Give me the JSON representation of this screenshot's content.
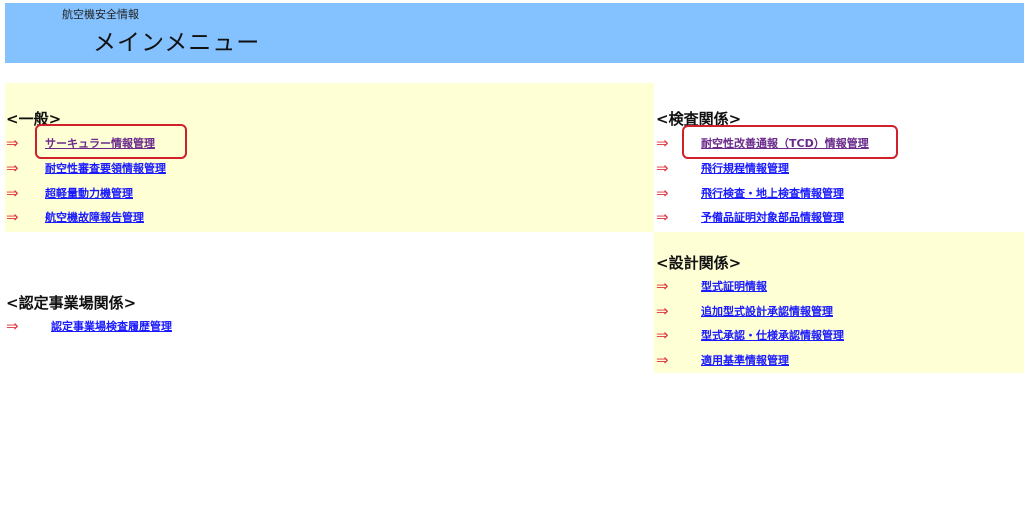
{
  "header": {
    "subtitle": "航空機安全情報",
    "title": "メインメニュー"
  },
  "arrow_glyph": "⇒",
  "sections": {
    "general": {
      "title": "<一般>",
      "items": [
        {
          "label": "サーキュラー情報管理",
          "visited": true,
          "highlighted": true
        },
        {
          "label": "耐空性審査要領情報管理"
        },
        {
          "label": "超軽量動力機管理"
        },
        {
          "label": "航空機故障報告管理"
        }
      ]
    },
    "certified_business": {
      "title": "<認定事業場関係>",
      "items": [
        {
          "label": "認定事業場検査履歴管理"
        }
      ]
    },
    "inspection": {
      "title": "<検査関係>",
      "items": [
        {
          "label": "耐空性改善通報（TCD）情報管理",
          "visited": true,
          "highlighted": true
        },
        {
          "label": "飛行規程情報管理"
        },
        {
          "label": "飛行検査・地上検査情報管理"
        },
        {
          "label": "予備品証明対象部品情報管理"
        }
      ]
    },
    "design": {
      "title": "<設計関係>",
      "items": [
        {
          "label": "型式証明情報"
        },
        {
          "label": "追加型式設計承認情報管理"
        },
        {
          "label": "型式承認・仕様承認情報管理"
        },
        {
          "label": "適用基準情報管理"
        }
      ]
    }
  },
  "colors": {
    "header_bg": "#84c1ff",
    "panel_bg": "#ffffd6",
    "arrow": "#e0303a",
    "link": "#1a1aff",
    "link_visited": "#6a2a8a",
    "highlight_border": "#d0202a"
  }
}
